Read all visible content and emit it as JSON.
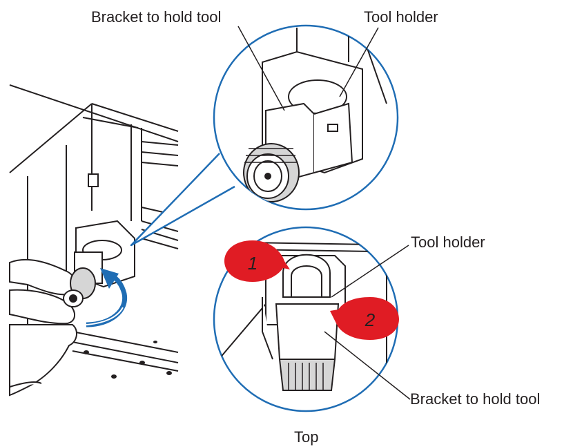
{
  "labels": {
    "top_left_bracket": "Bracket to hold tool",
    "top_right_holder": "Tool holder",
    "bottom_holder": "Tool holder",
    "bottom_bracket": "Bracket to hold tool",
    "caption": "Top"
  },
  "steps": [
    {
      "number": "1"
    },
    {
      "number": "2"
    }
  ],
  "colors": {
    "line": "#231f20",
    "circle_outline": "#1f6db4",
    "arrow": "#1f6db4",
    "marker": "#e01c24",
    "shade": "#d6d6d6"
  }
}
